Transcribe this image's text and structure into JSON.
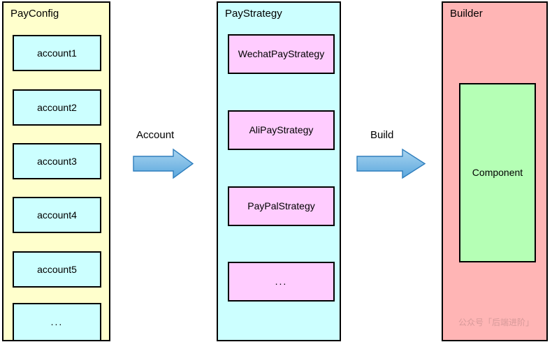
{
  "diagram": {
    "title_hidden": "",
    "lanes": [
      {
        "id": "payconfig",
        "title": "PayConfig",
        "fill": "#ffffcc",
        "items": [
          {
            "label": "account1"
          },
          {
            "label": "account2"
          },
          {
            "label": "account3"
          },
          {
            "label": "account4"
          },
          {
            "label": "account5"
          },
          {
            "label": "..."
          }
        ],
        "item_fill": "#ccffff"
      },
      {
        "id": "paystrategy",
        "title": "PayStrategy",
        "fill": "#ccffff",
        "items": [
          {
            "label": "WechatPayStrategy"
          },
          {
            "label": "AliPayStrategy"
          },
          {
            "label": "PayPalStrategy"
          },
          {
            "label": "..."
          }
        ],
        "item_fill": "#ffccff"
      },
      {
        "id": "builder",
        "title": "Builder",
        "fill": "#ffb5b5",
        "items": [
          {
            "label": "Component"
          }
        ],
        "item_fill": "#b5ffb5"
      }
    ],
    "arrows": [
      {
        "id": "account",
        "label": "Account",
        "fill_from": "#a8d4f0",
        "fill_to": "#5ba7dd",
        "stroke": "#2e7ebd"
      },
      {
        "id": "build",
        "label": "Build",
        "fill_from": "#a8d4f0",
        "fill_to": "#5ba7dd",
        "stroke": "#2e7ebd"
      }
    ],
    "watermark": "公众号「后端进阶」"
  }
}
